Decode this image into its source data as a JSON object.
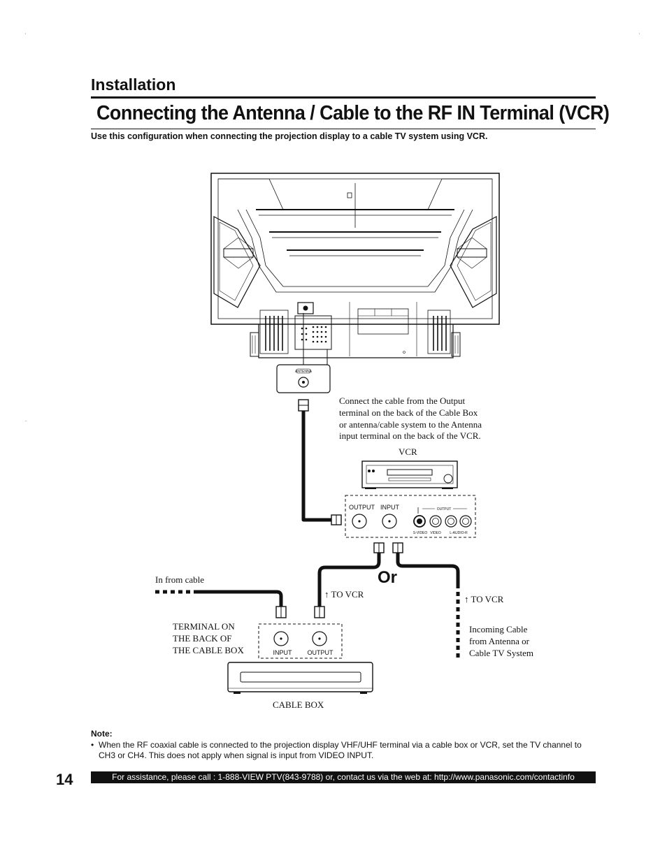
{
  "section": {
    "title": "Installation"
  },
  "heading": "Connecting the Antenna / Cable to the RF IN Terminal (VCR)",
  "intro": "Use this configuration when connecting the projection display to a cable TV system using VCR.",
  "diagram": {
    "tv_panel_label": "ANTENNA",
    "callout": [
      "Connect the cable from the Output",
      "terminal on the back of the Cable Box",
      "or antenna/cable system to the Antenna",
      "input terminal on the back of the VCR."
    ],
    "vcr_label": "VCR",
    "vcr_panel": {
      "output_label": "OUTPUT",
      "input_label": "INPUT",
      "av_output_label": "OUTPUT",
      "svideo_label": "S-VIDEO",
      "video_label": "VIDEO",
      "audio_label": "L-AUDIO-R"
    },
    "or_label": "Or",
    "in_from_cable": "In from cable",
    "to_vcr_left": "↑ TO VCR",
    "to_vcr_right": "↑ TO VCR",
    "terminal_label": [
      "TERMINAL ON",
      "THE BACK OF",
      "THE CABLE BOX"
    ],
    "cable_box_input": "INPUT",
    "cable_box_output": "OUTPUT",
    "cable_box_label": "CABLE BOX",
    "incoming": [
      "Incoming Cable",
      "from Antenna or",
      "Cable TV System"
    ]
  },
  "note": {
    "title": "Note:",
    "bullet": "•",
    "text": "When the RF coaxial cable is connected to the projection display VHF/UHF terminal via a cable box or VCR, set the TV channel to CH3 or CH4. This does not apply when signal is input from VIDEO INPUT."
  },
  "footer": {
    "page_number": "14",
    "assistance": "For assistance, please call : 1-888-VIEW PTV(843-9788) or, contact us via the web at: http://www.panasonic.com/contactinfo"
  }
}
